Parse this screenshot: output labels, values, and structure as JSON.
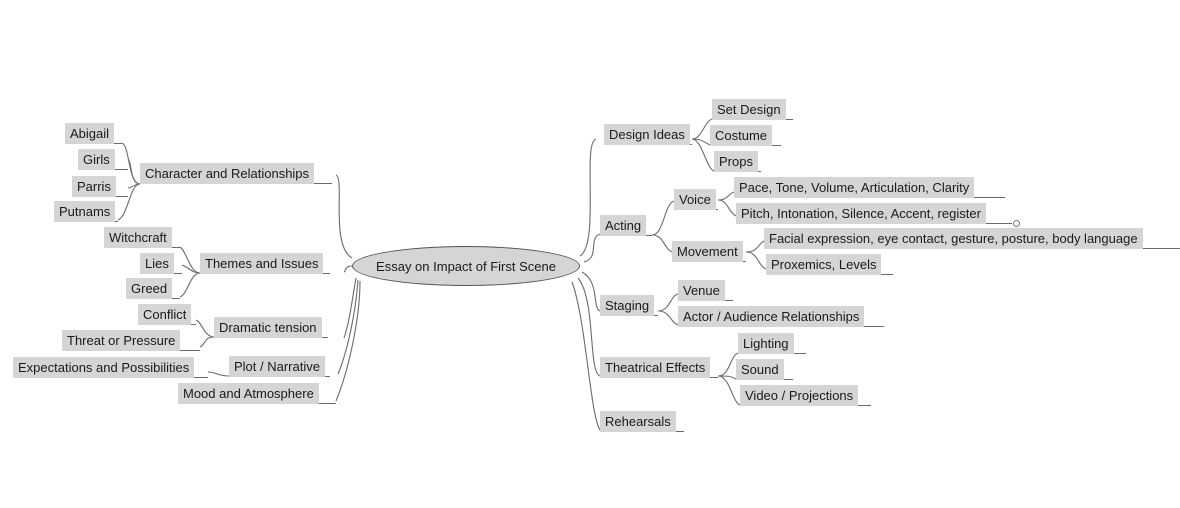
{
  "diagram": {
    "type": "mind-map",
    "root": "Essay on Impact of First Scene",
    "node_fill": "#d5d5d5",
    "edge_color": "#6b6b6b",
    "background": "#ffffff"
  },
  "nodes": {
    "root": "Essay on Impact of First Scene",
    "left": [
      {
        "label": "Character and Relationships",
        "children": [
          "Abigail",
          "Girls",
          "Parris",
          "Putnams"
        ]
      },
      {
        "label": "Themes and Issues",
        "children": [
          "Witchcraft",
          "Lies",
          "Greed"
        ]
      },
      {
        "label": "Dramatic tension",
        "children": [
          "Conflict",
          "Threat or Pressure"
        ]
      },
      {
        "label": "Plot / Narrative",
        "children": [
          "Expectations and Possibilities"
        ]
      },
      {
        "label": "Mood and Atmosphere",
        "children": []
      }
    ],
    "right": [
      {
        "label": "Design Ideas",
        "children": [
          "Set Design",
          "Costume",
          "Props"
        ]
      },
      {
        "label": "Acting",
        "children": [
          "Voice",
          "Movement"
        ]
      },
      {
        "label": "Staging",
        "children": [
          "Venue",
          "Actor / Audience Relationships"
        ]
      },
      {
        "label": "Theatrical Effects",
        "children": [
          "Lighting",
          "Sound",
          "Video / Projections"
        ]
      },
      {
        "label": "Rehearsals",
        "children": []
      }
    ],
    "right_grandchildren": {
      "voice": [
        "Pace, Tone, Volume, Articulation, Clarity",
        "Pitch, Intonation, Silence, Accent, register"
      ],
      "movement": [
        "Facial expression, eye contact, gesture, posture, body language",
        "Proxemics, Levels"
      ]
    }
  },
  "labels": {
    "root": "Essay on Impact of First Scene",
    "abigail": "Abigail",
    "girls": "Girls",
    "parris": "Parris",
    "putnams": "Putnams",
    "character_and_relationships": "Character and Relationships",
    "witchcraft": "Witchcraft",
    "lies": "Lies",
    "greed": "Greed",
    "themes_and_issues": "Themes and Issues",
    "conflict": "Conflict",
    "threat_or_pressure": "Threat or Pressure",
    "dramatic_tension": "Dramatic tension",
    "expectations_and_possibilities": "Expectations and Possibilities",
    "plot_narrative": "Plot / Narrative",
    "mood_and_atmosphere": "Mood and Atmosphere",
    "design_ideas": "Design Ideas",
    "set_design": "Set Design",
    "costume": "Costume",
    "props": "Props",
    "acting": "Acting",
    "voice": "Voice",
    "voice_child_1": "Pace, Tone, Volume, Articulation, Clarity",
    "voice_child_2": "Pitch, Intonation, Silence, Accent, register",
    "movement": "Movement",
    "movement_child_1": "Facial expression, eye contact, gesture, posture, body language",
    "movement_child_2": "Proxemics, Levels",
    "staging": "Staging",
    "venue": "Venue",
    "actor_audience_relationships": "Actor / Audience Relationships",
    "theatrical_effects": "Theatrical Effects",
    "lighting": "Lighting",
    "sound": "Sound",
    "video_projections": "Video / Projections",
    "rehearsals": "Rehearsals"
  }
}
